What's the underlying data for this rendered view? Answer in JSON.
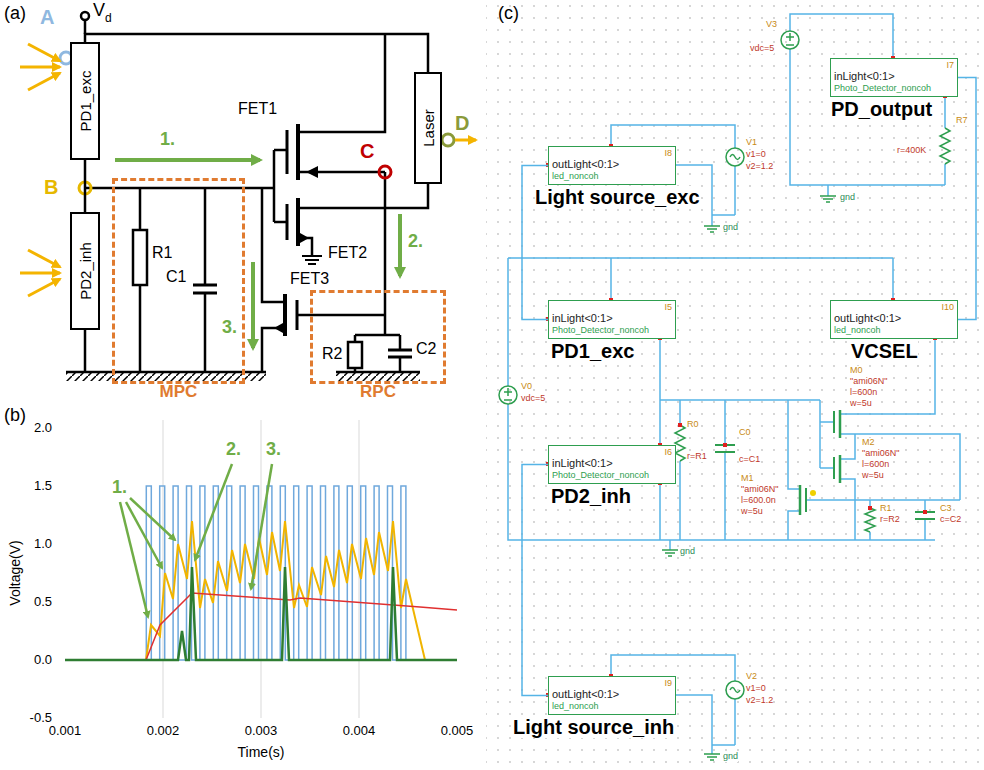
{
  "diagram": {
    "nodes": [
      {
        "text": [
          "PD1_exc"
        ]
      },
      {
        "text": [
          "Laser"
        ]
      },
      {
        "text": [
          "PD2_inh"
        ]
      },
      {
        "text": [
          "MPC"
        ]
      },
      {
        "text": [
          "RPC"
        ]
      },
      {
        "text": [
          "I7",
          "inLight<0:1>",
          "Photo_Detector_noncoh",
          "PD_output"
        ]
      },
      {
        "text": [
          "I8",
          "outLight<0:1>",
          "led_noncoh",
          "Light source_exc"
        ]
      },
      {
        "text": [
          "I5",
          "inLight<0:1>",
          "Photo_Detector_noncoh",
          "PD1_exc"
        ]
      },
      {
        "text": [
          "I10",
          "outLight<0:1>",
          "led_noncoh",
          "VCSEL"
        ]
      },
      {
        "text": [
          "I6",
          "inLight<0:1>",
          "Photo_Detector_noncoh",
          "PD2_inh"
        ]
      },
      {
        "text": [
          "I9",
          "outLight<0:1>",
          "led_noncoh",
          "Light source_inh"
        ]
      }
    ],
    "edges": [
      {
        "from": 0,
        "to": 2,
        "arrow": "none"
      },
      {
        "from": 0,
        "to": 1,
        "arrow": "none"
      },
      {
        "from": 8,
        "to": 5,
        "arrow": "none"
      },
      {
        "from": 6,
        "to": 7,
        "arrow": "none"
      },
      {
        "from": 10,
        "to": 9,
        "arrow": "none"
      }
    ],
    "labels": [
      "(a)",
      "V",
      "d",
      "A",
      "B",
      "1.",
      "FET1",
      "C",
      "D",
      "2.",
      "FET2",
      "R1",
      "C1",
      "3.",
      "FET3",
      "R2",
      "C2",
      "(b)",
      "2.0",
      "1.5",
      "1.0",
      "0.5",
      "0.0",
      "-0.5",
      "Voltage(V)",
      "1.",
      "2.",
      "3.",
      "0.001",
      "0.002",
      "0.003",
      "0.004",
      "0.005",
      "Time(s)",
      "(c)",
      "V3",
      "vdc=5",
      "R7",
      "r=400K",
      "gnd",
      "V1",
      "v1=0",
      "v2=1.2",
      "gnd",
      "V0",
      "vdc=5",
      "R0",
      "r=R1",
      "C0",
      "c=C1",
      "M0",
      "\"ami06N\"",
      "l=600n",
      "w=5u",
      "M2",
      "\"ami06N\"",
      "l=600n",
      "w=5u",
      "M1",
      "\"ami06N\"",
      "l=600.0n",
      "w=5u",
      "R1",
      "r=R2",
      "C3",
      "c=C2",
      "gnd",
      "V2",
      "v1=0",
      "v2=1.2",
      "gnd"
    ]
  }
}
